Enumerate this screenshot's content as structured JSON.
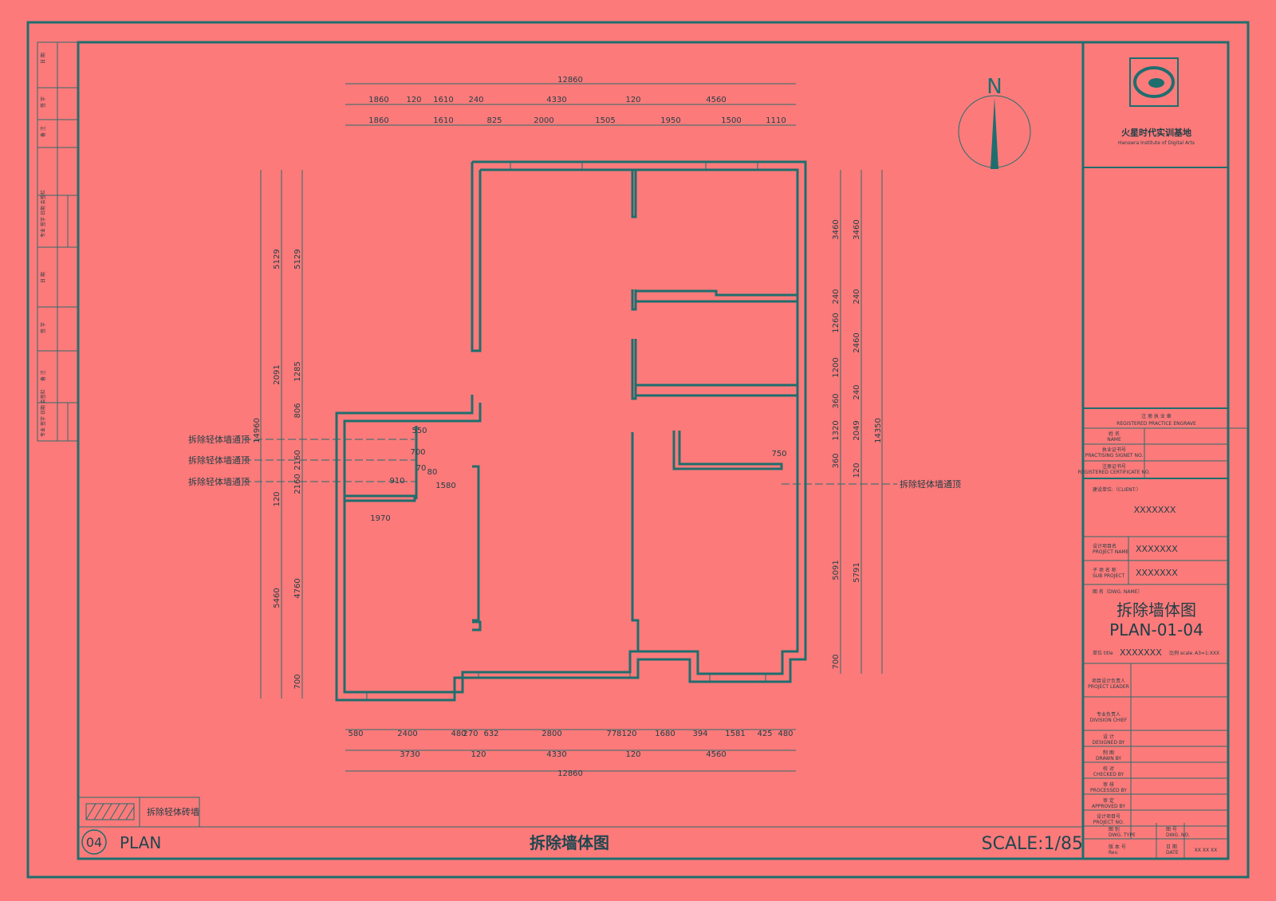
{
  "title_block": {
    "logo_text_cn": "火星时代实训基地",
    "logo_text_en": "Hanswra Institute of Digital Arts",
    "reg_seal_cn": "注 册 执 业 章",
    "reg_seal_en": "REGISTERED PRACTICE ENGRAVE",
    "name_cn": "姓 名",
    "name_en": "NAME",
    "reg_no_cn": "执业证书号",
    "reg_no_en": "PRACTISING SIGNET NO.",
    "cert_cn": "注册证书号",
    "cert_en": "REGISTERED CERTIFICATE NO.",
    "client_label": "建设单位:（CLIENT:）",
    "client_value": "XXXXXXX",
    "project_name_cn": "设计项目名",
    "project_name_en": "PROJECT NAME",
    "project_name_value": "XXXXXXX",
    "sub_project_cn": "子 项 名 称",
    "sub_project_en": "SUB PROJECT",
    "sub_project_value": "XXXXXXX",
    "dwg_name_label": "图 名（DWG. NAME）",
    "drawing_title": "拆除墙体图",
    "drawing_code": "PLAN-01-04",
    "scale_label": "单位 title",
    "scale_value": "XXXXXXX",
    "scale_label2": "比例 scale",
    "scale_value2": "A3=1:XXX",
    "rows": [
      {
        "cn": "项目设计负责人",
        "en": "PROJECT LEADER"
      },
      {
        "cn": "专业负责人",
        "en": "DIVISION CHIEF"
      },
      {
        "cn": "设 计",
        "en": "DESIGNED BY"
      },
      {
        "cn": "制 图",
        "en": "DRAWN BY"
      },
      {
        "cn": "校 对",
        "en": "CHECKED BY"
      },
      {
        "cn": "审 核",
        "en": "PROCESSED BY"
      },
      {
        "cn": "审 定",
        "en": "APPROVED BY"
      },
      {
        "cn": "设计项目号",
        "en": "PROJECT NO."
      }
    ],
    "dwg_type_cn": "图 别",
    "dwg_type_en": "DWG. TYPE",
    "dwg_no_cn": "图 号",
    "dwg_no_en": "DWG. NO.",
    "rev_cn": "版 本 号",
    "rev_en": "Rev.",
    "date_cn": "日 期",
    "date_en": "DATE",
    "date_value": "XX XX XX"
  },
  "left_strip": [
    "日 期",
    "签 字",
    "备 注",
    "专业 签字 日期 会签栏",
    "日 期",
    "签 字",
    "备 注",
    "专业 签字 日期 会签栏"
  ],
  "compass": {
    "label": "N"
  },
  "legend": {
    "label": "拆除轻体砖墙"
  },
  "footer": {
    "number": "04",
    "plan": "PLAN",
    "title": "拆除墙体图",
    "scale": "SCALE:1/85"
  },
  "notes": {
    "left1": "拆除轻体墙通顶",
    "left2": "拆除轻体墙通顶",
    "left3": "拆除轻体墙通顶",
    "right1": "拆除轻体墙通顶"
  },
  "dims": {
    "top_total": "12860",
    "top_row1": [
      "1860",
      "120",
      "1610",
      "240",
      "4330",
      "120",
      "4560"
    ],
    "top_row2": [
      "1860",
      "1610",
      "825",
      "2000",
      "1505",
      "1950",
      "1500",
      "1110"
    ],
    "bottom_total": "12860",
    "bottom_row1": [
      "580",
      "2400",
      "480",
      "270",
      "632",
      "2800",
      "778",
      "120",
      "1680",
      "394",
      "1581",
      "425",
      "480"
    ],
    "bottom_row2": [
      "3730",
      "120",
      "4330",
      "120",
      "4560"
    ],
    "left_outer": [
      "5129",
      "2091",
      "14960",
      "5460",
      "120"
    ],
    "left_inner": [
      "5129",
      "1285",
      "806",
      "2160",
      "2160",
      "4760",
      "700"
    ],
    "right_inner": [
      "3460",
      "240",
      "1260",
      "1200",
      "360",
      "1320",
      "360",
      "5091",
      "700"
    ],
    "right_mid": [
      "3460",
      "240",
      "2460",
      "240",
      "2049",
      "120",
      "5791"
    ],
    "right_outer": [
      "14350"
    ],
    "interior": [
      "1970",
      "1580",
      "750",
      "910",
      "550",
      "700",
      "70",
      "80"
    ]
  }
}
